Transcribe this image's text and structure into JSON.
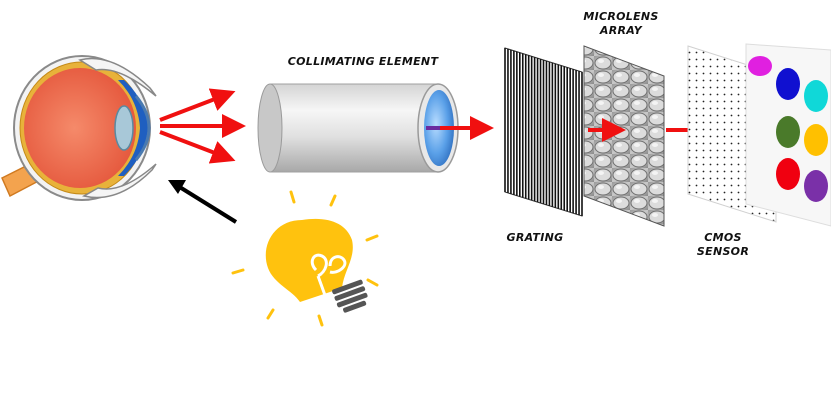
{
  "labels": {
    "collimating": "COLLIMATING ELEMENT",
    "microlens_line1": "MICROLENS",
    "microlens_line2": "ARRAY",
    "grating": "GRATING",
    "cmos_line1": "CMOS",
    "cmos_line2": "SENSOR"
  },
  "icons": {
    "eye": "eye-cross-section-icon",
    "bulb": "light-bulb-icon"
  },
  "colors": {
    "arrow_red": "#f01010",
    "arrow_black": "#000000",
    "bulb_yellow": "#ffc20e",
    "eye_iris": "#1f5fc0",
    "eye_body": "#ef6b4a"
  },
  "color_dots": [
    "#e020e0",
    "#1010d0",
    "#10d8d8",
    "#4a7a2a",
    "#ffc000",
    "#f00010",
    "#7a30a8"
  ]
}
